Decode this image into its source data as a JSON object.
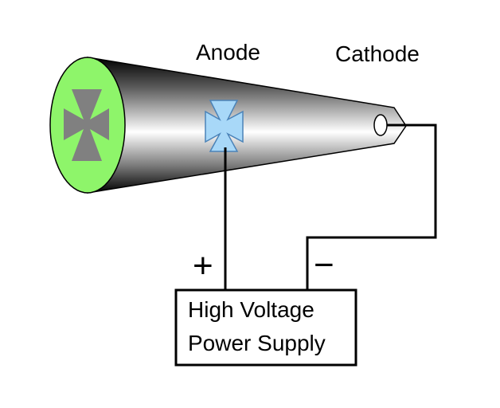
{
  "labels": {
    "anode": "Anode",
    "cathode": "Cathode",
    "plus": "+",
    "minus": "−",
    "supply_line1": "High Voltage",
    "supply_line2": "Power Supply"
  },
  "colors": {
    "screen": "#8ef56a",
    "maltese_cross_shadow": "#808080",
    "anode_cross": "#a8d8f8",
    "wire": "#000000",
    "tube_dark": "#000000",
    "tube_light": "#ffffff"
  }
}
